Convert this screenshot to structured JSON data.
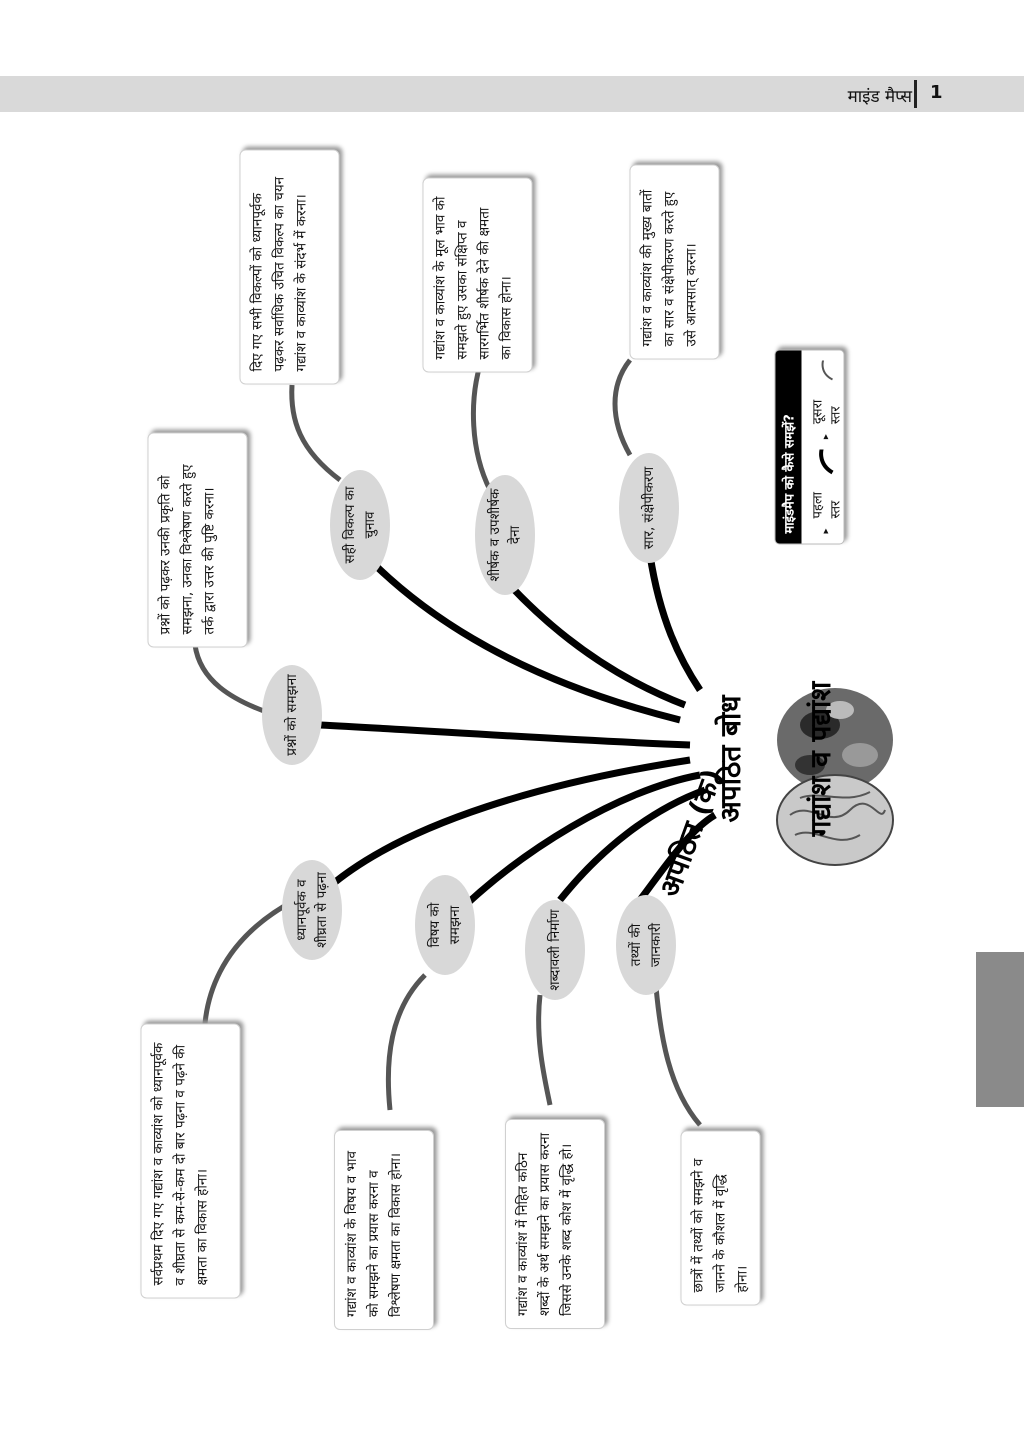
{
  "header": {
    "title": "माइंड मैप्स",
    "page_number": "1"
  },
  "center": {
    "line1": "अपठित बोध",
    "line2": "गद्यांश व पद्यांश",
    "line3": "अपठित (क)"
  },
  "branches": [
    {
      "node": "ध्यानपूर्वक व शीघ्रता से पढ़ना",
      "text": "सर्वप्रथम दिए गए गद्यांश व काव्यांश को ध्यानपूर्वक व शीघ्रता से कम-से-कम दो बार पढ़ना व पढ़ने की क्षमता का विकास होना।"
    },
    {
      "node": "विषय को समझना",
      "text": "गद्यांश व काव्यांश के विषय व भाव को समझने का प्रयास करना व विश्लेषण क्षमता का विकास होना।"
    },
    {
      "node": "शब्दावली निर्माण",
      "text": "गद्यांश व काव्यांश में निहित कठिन शब्दों के अर्थ समझने का प्रयास करना जिससे उनके शब्द कोश में वृद्धि हो।"
    },
    {
      "node": "तथ्यों की जानकारी",
      "text": "छात्रों में तथ्यों को समझने व जानने के कौशल में वृद्धि होना।"
    },
    {
      "node": "प्रश्नों को समझना",
      "text": "प्रश्नों को पढ़कर उनकी प्रकृति को समझना, उनका विश्लेषण करते हुए तर्क द्वारा उत्तर की पुष्टि करना।"
    },
    {
      "node": "सही विकल्प का चुनाव",
      "text": "दिए गए सभी विकल्पों को ध्यानपूर्वक पढ़कर सर्वाधिक उचित विकल्प का चयन गद्यांश व काव्यांश के संदर्भ में करना।"
    },
    {
      "node": "शीर्षक व उपशीर्षक देना",
      "text": "गद्यांश व काव्यांश के मूल भाव को समझते हुए उसका संक्षिप्त व सारगर्भित शीर्षक देने की क्षमता का विकास होना।"
    },
    {
      "node": "सार, संक्षेपीकरण",
      "text": "गद्यांश व काव्यांश की मुख्य बातों का सार व संक्षेपीकरण करते हुए उसे आत्मसात् करना।"
    }
  ],
  "legend": {
    "title": "माइंडमैप को कैसे समझें?",
    "level1": "पहला स्तर",
    "level2": "दूसरा स्तर"
  }
}
